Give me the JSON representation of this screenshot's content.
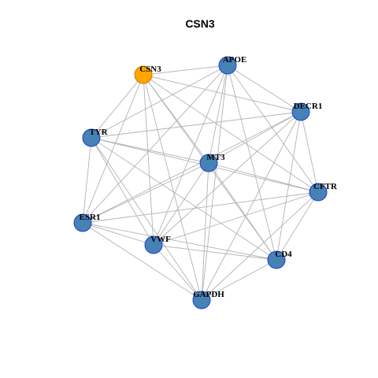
{
  "title": "CSN3",
  "colors": {
    "edge": "#b3b3b3",
    "node_fill": "#4682b4",
    "node_stroke": "#1f3fd6",
    "highlight_fill": "#ffa500",
    "highlight_stroke": "#c47a00",
    "label": "#000000",
    "title": "#000000"
  },
  "nodes": [
    {
      "id": "CSN3",
      "label": "CSN3",
      "highlight": true
    },
    {
      "id": "APOE",
      "label": "APOE",
      "highlight": false
    },
    {
      "id": "DECR1",
      "label": "DECR1",
      "highlight": false
    },
    {
      "id": "TYR",
      "label": "TYR",
      "highlight": false
    },
    {
      "id": "MT3",
      "label": "MT3",
      "highlight": false
    },
    {
      "id": "CFTR",
      "label": "CFTR",
      "highlight": false
    },
    {
      "id": "ESR1",
      "label": "ESR1",
      "highlight": false
    },
    {
      "id": "VWF",
      "label": "VWF",
      "highlight": false
    },
    {
      "id": "CD4",
      "label": "CD4",
      "highlight": false
    },
    {
      "id": "GAPDH",
      "label": "GAPDH",
      "highlight": false
    }
  ],
  "edges": [
    [
      "CSN3",
      "APOE"
    ],
    [
      "CSN3",
      "DECR1"
    ],
    [
      "CSN3",
      "TYR"
    ],
    [
      "CSN3",
      "MT3"
    ],
    [
      "CSN3",
      "CFTR"
    ],
    [
      "CSN3",
      "ESR1"
    ],
    [
      "CSN3",
      "VWF"
    ],
    [
      "CSN3",
      "CD4"
    ],
    [
      "CSN3",
      "GAPDH"
    ],
    [
      "APOE",
      "DECR1"
    ],
    [
      "APOE",
      "TYR"
    ],
    [
      "APOE",
      "MT3"
    ],
    [
      "APOE",
      "CFTR"
    ],
    [
      "APOE",
      "ESR1"
    ],
    [
      "APOE",
      "VWF"
    ],
    [
      "APOE",
      "CD4"
    ],
    [
      "APOE",
      "GAPDH"
    ],
    [
      "DECR1",
      "TYR"
    ],
    [
      "DECR1",
      "MT3"
    ],
    [
      "DECR1",
      "CFTR"
    ],
    [
      "DECR1",
      "ESR1"
    ],
    [
      "DECR1",
      "VWF"
    ],
    [
      "DECR1",
      "CD4"
    ],
    [
      "DECR1",
      "GAPDH"
    ],
    [
      "TYR",
      "MT3"
    ],
    [
      "TYR",
      "CFTR"
    ],
    [
      "TYR",
      "ESR1"
    ],
    [
      "TYR",
      "VWF"
    ],
    [
      "TYR",
      "CD4"
    ],
    [
      "TYR",
      "GAPDH"
    ],
    [
      "MT3",
      "CFTR"
    ],
    [
      "MT3",
      "ESR1"
    ],
    [
      "MT3",
      "VWF"
    ],
    [
      "MT3",
      "CD4"
    ],
    [
      "MT3",
      "GAPDH"
    ],
    [
      "CFTR",
      "ESR1"
    ],
    [
      "CFTR",
      "VWF"
    ],
    [
      "CFTR",
      "CD4"
    ],
    [
      "CFTR",
      "GAPDH"
    ],
    [
      "ESR1",
      "VWF"
    ],
    [
      "ESR1",
      "CD4"
    ],
    [
      "ESR1",
      "GAPDH"
    ],
    [
      "VWF",
      "CD4"
    ],
    [
      "VWF",
      "GAPDH"
    ],
    [
      "CD4",
      "GAPDH"
    ]
  ]
}
